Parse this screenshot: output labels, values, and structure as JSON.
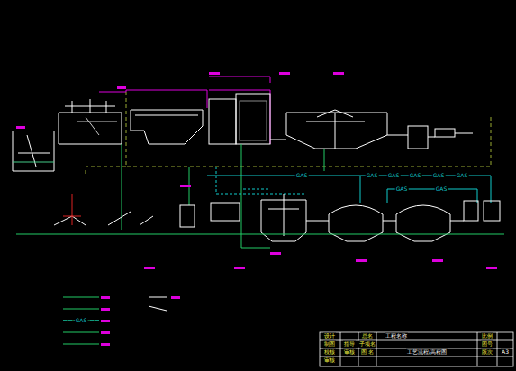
{
  "diagram": {
    "labels": [
      "GAS",
      "GAS",
      "GAS",
      "GAS",
      "GAS",
      "GAS",
      "GAS",
      "GAS",
      "GAS",
      "设计",
      "制图",
      "校核",
      "审核",
      "指导",
      "审核",
      "总名",
      "工程名称",
      "子项名",
      "图 名",
      "工艺流程/高程图",
      "比例",
      "图号",
      "版次",
      "A3"
    ]
  }
}
